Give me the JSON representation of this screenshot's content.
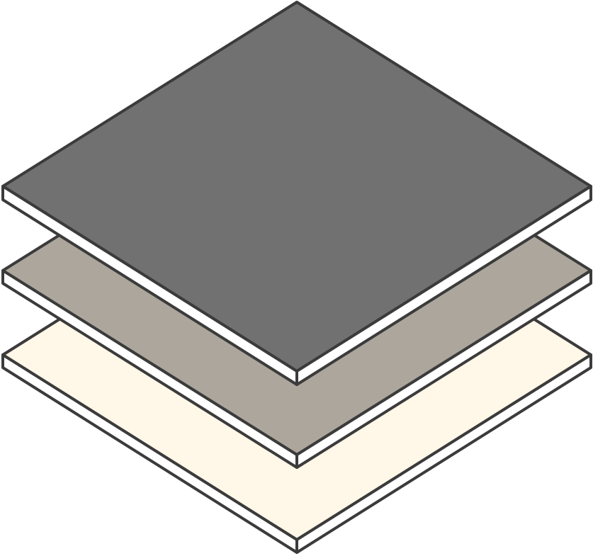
{
  "layers": [
    {
      "id": "bottom",
      "top_color": "#fff7e8",
      "side_color": "#ffffff"
    },
    {
      "id": "middle",
      "top_color": "#aca69c",
      "side_color": "#ffffff"
    },
    {
      "id": "top",
      "top_color": "#717171",
      "side_color": "#ffffff"
    }
  ],
  "outline_color": "#3b3b3b",
  "background": "#ffffff"
}
